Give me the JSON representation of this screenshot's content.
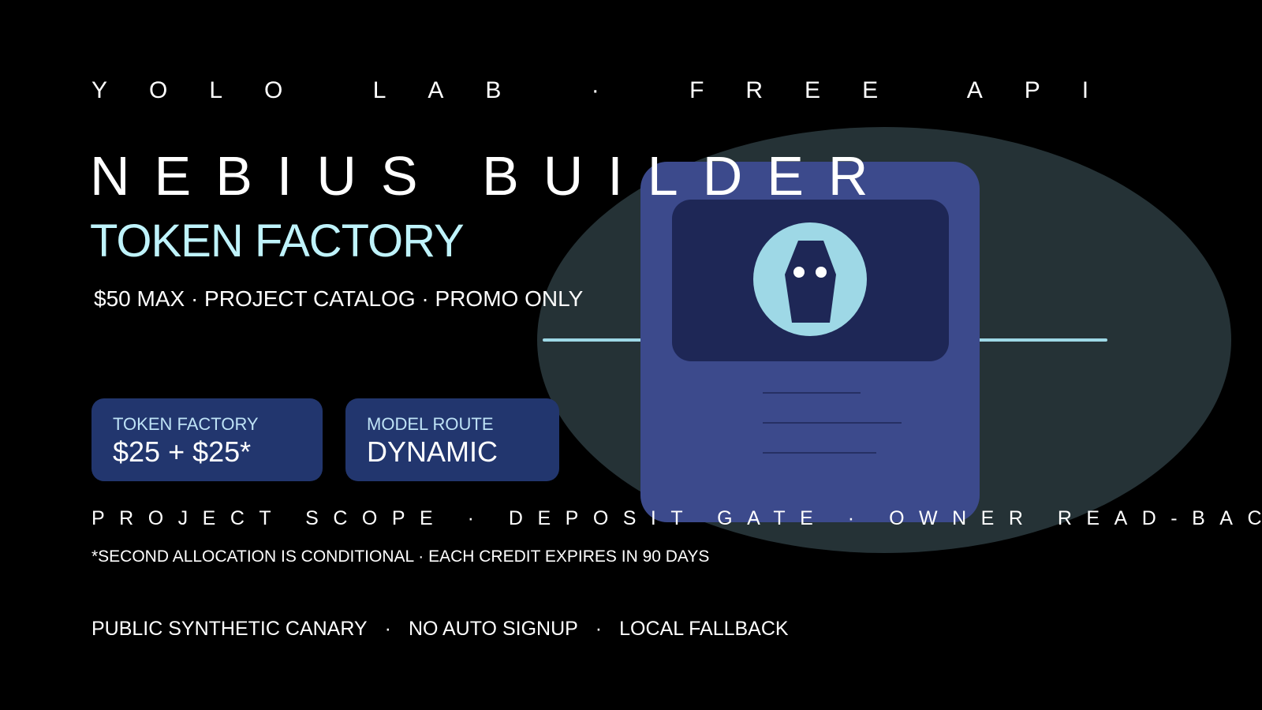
{
  "kicker": "YOLO LAB · FREE API",
  "title": "NEBIUS BUILDER",
  "subtitle": "TOKEN FACTORY",
  "tagline": "$50 MAX · PROJECT CATALOG · PROMO ONLY",
  "cards": [
    {
      "label": "TOKEN FACTORY",
      "value": "$25 + $25*"
    },
    {
      "label": "MODEL ROUTE",
      "value": "DYNAMIC"
    }
  ],
  "scope_line": "PROJECT SCOPE · DEPOSIT GATE · OWNER READ-BACK",
  "footnote": "*SECOND ALLOCATION IS CONDITIONAL · EACH CREDIT EXPIRES IN 90 DAYS",
  "footer": {
    "items": [
      "PUBLIC SYNTHETIC CANARY",
      "NO AUTO SIGNUP",
      "LOCAL FALLBACK"
    ],
    "separator": "·"
  },
  "colors": {
    "background": "#000000",
    "ellipse": "#253236",
    "card_panel": "#3c4a8c",
    "card_inner": "#1e2756",
    "accent_cyan": "#9ed8e6",
    "chip": "#22366e",
    "subtitle": "#bff3fb"
  },
  "icons": {
    "illustration": "builder-device-illustration",
    "avatar": "robot-avatar-icon"
  }
}
